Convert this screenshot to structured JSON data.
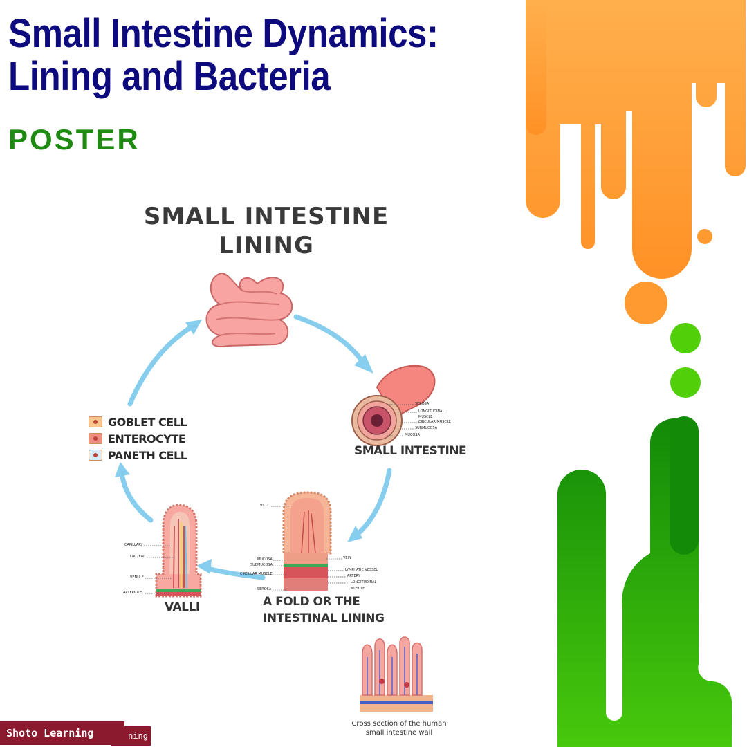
{
  "header": {
    "title_line1": "Small Intestine Dynamics:",
    "title_line2": "Lining and Bacteria",
    "subtitle": "POSTER"
  },
  "poster": {
    "heading_line1": "SMALL INTESTINE",
    "heading_line2": "LINING",
    "legend": [
      {
        "label": "GOBLET CELL",
        "color": "#f6c58c"
      },
      {
        "label": "ENTEROCYTE",
        "color": "#f08d86"
      },
      {
        "label": "PANETH CELL",
        "color": "#d6ecf6"
      }
    ],
    "labels": {
      "small_intestine": "SMALL INTESTINE",
      "fold_line1": "A FOLD OR THE",
      "fold_line2": "INTESTINAL LINING",
      "valli": "VALLI"
    },
    "tube_layers": [
      "SEROSA",
      "LONGITUDINAL",
      "MUSCLE",
      "CIRCULAR MUSCLE",
      "SUBMUCOSA",
      "MUCOSA"
    ],
    "fold_left_labels": [
      "VILLI",
      "MUCOSA",
      "SUBMUCOSA",
      "CIRCULAR MUSCLE",
      "SEROSA"
    ],
    "fold_right_labels": [
      "VEIN",
      "LYMPHATIC VESSEL",
      "ARTERY",
      "LONGITUDINAL",
      "MUSCLE"
    ],
    "villus_labels": [
      "CAPILLARY",
      "LACTEAL",
      "VENULE",
      "ARTERIOLE"
    ],
    "caption_line1": "Cross section of the human",
    "caption_line2": "small intestine wall"
  },
  "branding": {
    "front": "Shoto Learning",
    "back": "ning"
  },
  "colors": {
    "title": "#0d0a7e",
    "subtitle": "#1f8a12",
    "orange": "#ff9a30",
    "green": "#2bb00c",
    "brand": "#8b1a2e",
    "arrow": "#86cdee"
  }
}
